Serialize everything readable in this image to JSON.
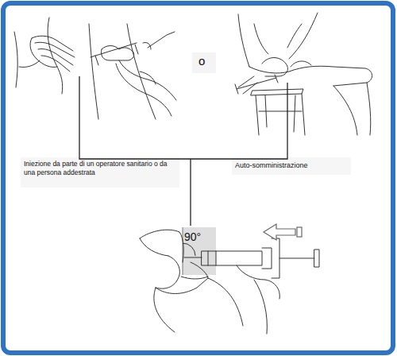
{
  "diagram": {
    "labels": [
      "Iniezione da parte di un operatore sanitario o da una persona addestrata",
      "o",
      "Auto-somministrazione",
      "90°"
    ]
  }
}
